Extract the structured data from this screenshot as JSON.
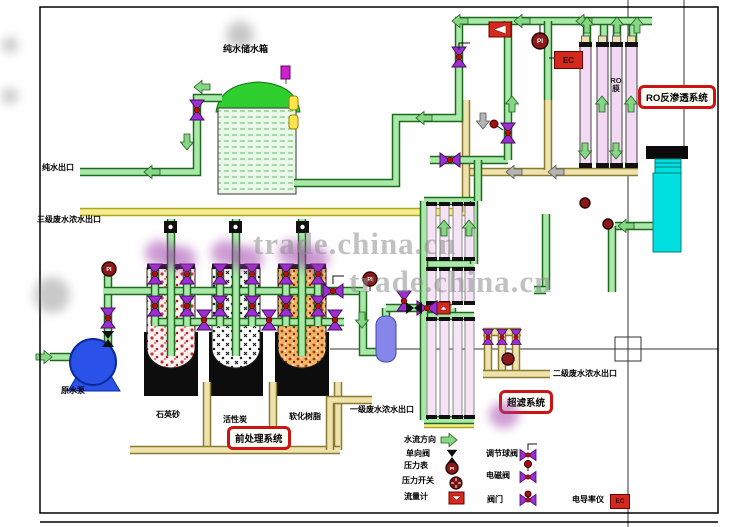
{
  "watermark": {
    "text": "trade.china.cn"
  },
  "labels": {
    "storage_tank": "纯水储水箱",
    "pure_water_outlet": "纯水出口",
    "stage3_waste_outlet": "三级废水浓水出口",
    "stage1_waste_outlet": "一级废水浓水出口",
    "stage2_waste_outlet": "二级废水浓水出口",
    "raw_water_pump": "原水泵",
    "quartz_sand": "石英砂",
    "activated_carbon": "活性炭",
    "softening_resin": "软化树脂",
    "ro_membrane": "RO膜",
    "pretreatment_system": "前处理系统",
    "uf_system": "超滤系统",
    "ro_system": "RO反渗透系统",
    "conductivity_meter_tag": "EC",
    "pressure_gauge_tag": "PI"
  },
  "legend": {
    "items": [
      {
        "label": "水流方向",
        "symbol": "flow-arrow"
      },
      {
        "label": "单向阀",
        "symbol": "check-valve"
      },
      {
        "label": "压力表",
        "symbol": "pressure-gauge"
      },
      {
        "label": "压力开关",
        "symbol": "pressure-switch"
      },
      {
        "label": "流量计",
        "symbol": "flow-meter"
      },
      {
        "label": "调节球阀",
        "symbol": "regulating-ball-valve"
      },
      {
        "label": "电磁阀",
        "symbol": "solenoid-valve"
      },
      {
        "label": "阀门",
        "symbol": "valve"
      },
      {
        "label": "电导率仪",
        "symbol": "conductivity-meter"
      }
    ]
  },
  "colors": {
    "pipe_green": "#a9e8a9",
    "pipe_tan": "#efe3ad",
    "pipe_yellow": "#f6ee8e",
    "valve_purple": "#9b2fd0",
    "alarm_red": "#d42a1e",
    "membrane_pink": "#f3d9f3",
    "tower_cyan": "#00e0e0",
    "pump_blue": "#2a52e8",
    "dome_green": "#2fcf2f",
    "label_box_red": "#cc1414"
  }
}
